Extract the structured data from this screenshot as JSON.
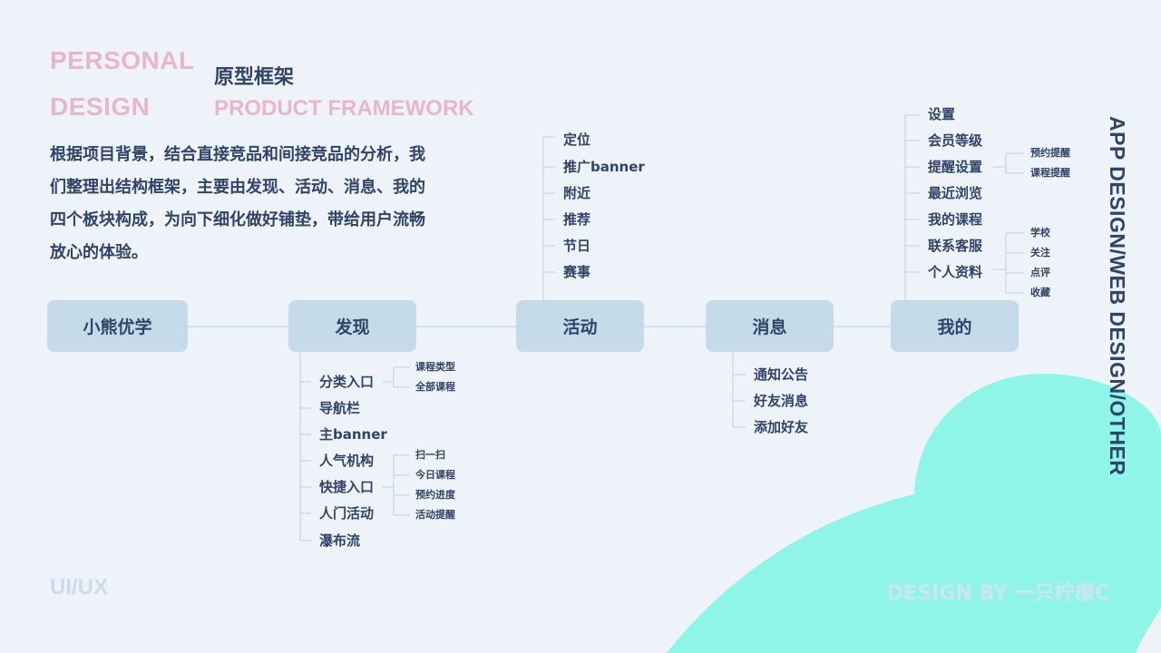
{
  "header": {
    "title_en_line1": "PERSONAL",
    "title_en_line2": "DESIGN",
    "title_cn": "原型框架",
    "subtitle_en": "PRODUCT FRAMEWORK"
  },
  "intro_lines": [
    "根据项目背景，结合直接竞品和间接竞品的分析，我",
    "们整理出结构框架，主要由发现、活动、消息、我的",
    "四个板块构成，为向下细化做好铺垫，带给用户流畅",
    "放心的体验。"
  ],
  "nodes": {
    "root": "小熊优学",
    "discover": "发现",
    "activity": "活动",
    "message": "消息",
    "mine": "我的"
  },
  "discover": {
    "items": [
      "分类入口",
      "导航栏",
      "主banner",
      "人气机构",
      "快捷入口",
      "人门活动",
      "瀑布流"
    ],
    "category_subs": [
      "课程类型",
      "全部课程"
    ],
    "quick_subs": [
      "扫一扫",
      "今日课程",
      "预约进度",
      "活动提醒"
    ]
  },
  "activity": {
    "items": [
      "定位",
      "推广banner",
      "附近",
      "推荐",
      "节日",
      "赛事"
    ]
  },
  "message": {
    "items": [
      "通知公告",
      "好友消息",
      "添加好友"
    ]
  },
  "mine": {
    "items": [
      "设置",
      "会员等级",
      "提醒设置",
      "最近浏览",
      "我的课程",
      "联系客服",
      "个人资料"
    ],
    "reminder_subs": [
      "预约提醒",
      "课程提醒"
    ],
    "profile_subs": [
      "学校",
      "关注",
      "点评",
      "收藏"
    ]
  },
  "side_title": "APP DESIGN/WEB DESIGN/OTHER",
  "footer": {
    "left": "UI/UX",
    "right": "DESIGN BY 一只柠檬C"
  },
  "colors": {
    "background": "#eef3fa",
    "node_fill": "#c6dbea",
    "accent_pink": "#e8b7c4",
    "cloud": "#8ff5e6",
    "text": "#2f4468",
    "connector": "#b9cfe2"
  }
}
